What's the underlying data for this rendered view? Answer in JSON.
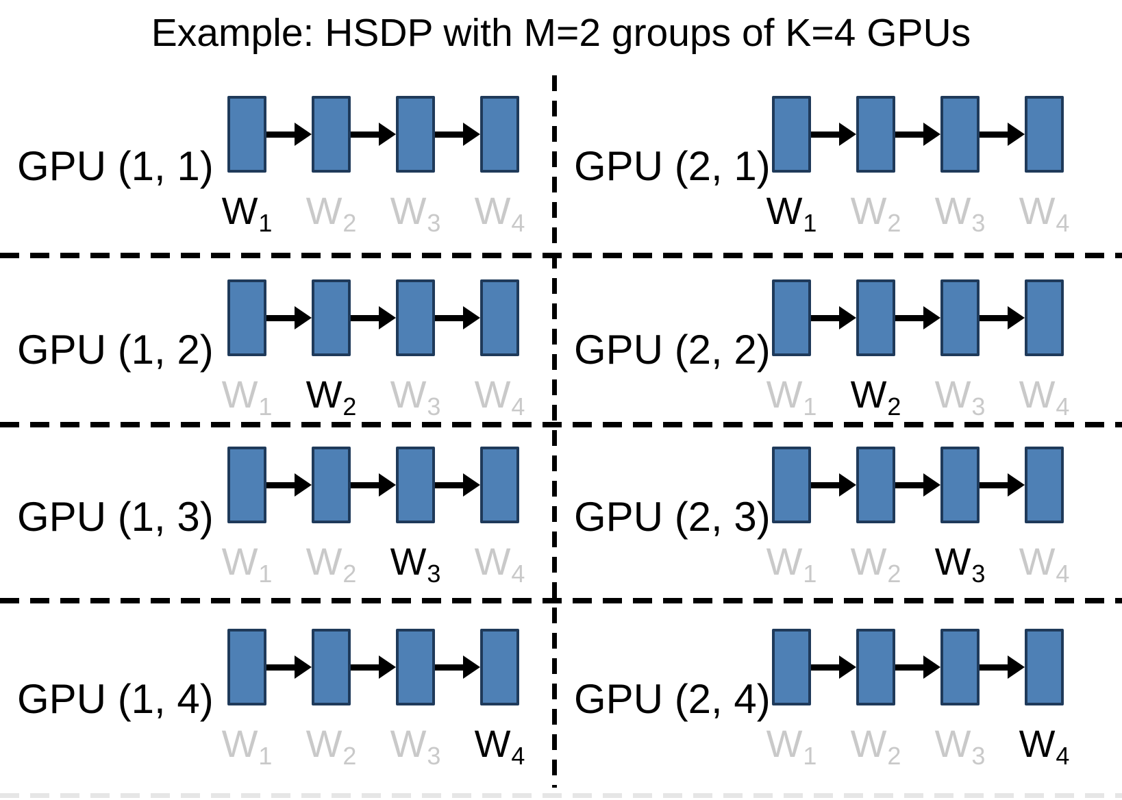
{
  "title": "Example: HSDP with M=2 groups of K=4 GPUs",
  "colors": {
    "block_fill": "#4e80b5",
    "block_border": "#1f3a5a",
    "arrow": "#000000",
    "divider": "#000000",
    "gpu_label": "#000000",
    "weight_active": "#000000",
    "weight_inactive": "#c9c9c9",
    "background": "#ffffff",
    "bottom_hint": "#e6e6e6"
  },
  "panels": [
    {
      "label": "GPU (1, 1)",
      "active_weight_index": 0,
      "weights": [
        {
          "base": "W",
          "sub": "1"
        },
        {
          "base": "W",
          "sub": "2"
        },
        {
          "base": "W",
          "sub": "3"
        },
        {
          "base": "W",
          "sub": "4"
        }
      ]
    },
    {
      "label": "GPU (2, 1)",
      "active_weight_index": 0,
      "weights": [
        {
          "base": "W",
          "sub": "1"
        },
        {
          "base": "W",
          "sub": "2"
        },
        {
          "base": "W",
          "sub": "3"
        },
        {
          "base": "W",
          "sub": "4"
        }
      ]
    },
    {
      "label": "GPU (1, 2)",
      "active_weight_index": 1,
      "weights": [
        {
          "base": "W",
          "sub": "1"
        },
        {
          "base": "W",
          "sub": "2"
        },
        {
          "base": "W",
          "sub": "3"
        },
        {
          "base": "W",
          "sub": "4"
        }
      ]
    },
    {
      "label": "GPU (2, 2)",
      "active_weight_index": 1,
      "weights": [
        {
          "base": "W",
          "sub": "1"
        },
        {
          "base": "W",
          "sub": "2"
        },
        {
          "base": "W",
          "sub": "3"
        },
        {
          "base": "W",
          "sub": "4"
        }
      ]
    },
    {
      "label": "GPU (1, 3)",
      "active_weight_index": 2,
      "weights": [
        {
          "base": "W",
          "sub": "1"
        },
        {
          "base": "W",
          "sub": "2"
        },
        {
          "base": "W",
          "sub": "3"
        },
        {
          "base": "W",
          "sub": "4"
        }
      ]
    },
    {
      "label": "GPU (2, 3)",
      "active_weight_index": 2,
      "weights": [
        {
          "base": "W",
          "sub": "1"
        },
        {
          "base": "W",
          "sub": "2"
        },
        {
          "base": "W",
          "sub": "3"
        },
        {
          "base": "W",
          "sub": "4"
        }
      ]
    },
    {
      "label": "GPU (1, 4)",
      "active_weight_index": 3,
      "weights": [
        {
          "base": "W",
          "sub": "1"
        },
        {
          "base": "W",
          "sub": "2"
        },
        {
          "base": "W",
          "sub": "3"
        },
        {
          "base": "W",
          "sub": "4"
        }
      ]
    },
    {
      "label": "GPU (2, 4)",
      "active_weight_index": 3,
      "weights": [
        {
          "base": "W",
          "sub": "1"
        },
        {
          "base": "W",
          "sub": "2"
        },
        {
          "base": "W",
          "sub": "3"
        },
        {
          "base": "W",
          "sub": "4"
        }
      ]
    }
  ]
}
